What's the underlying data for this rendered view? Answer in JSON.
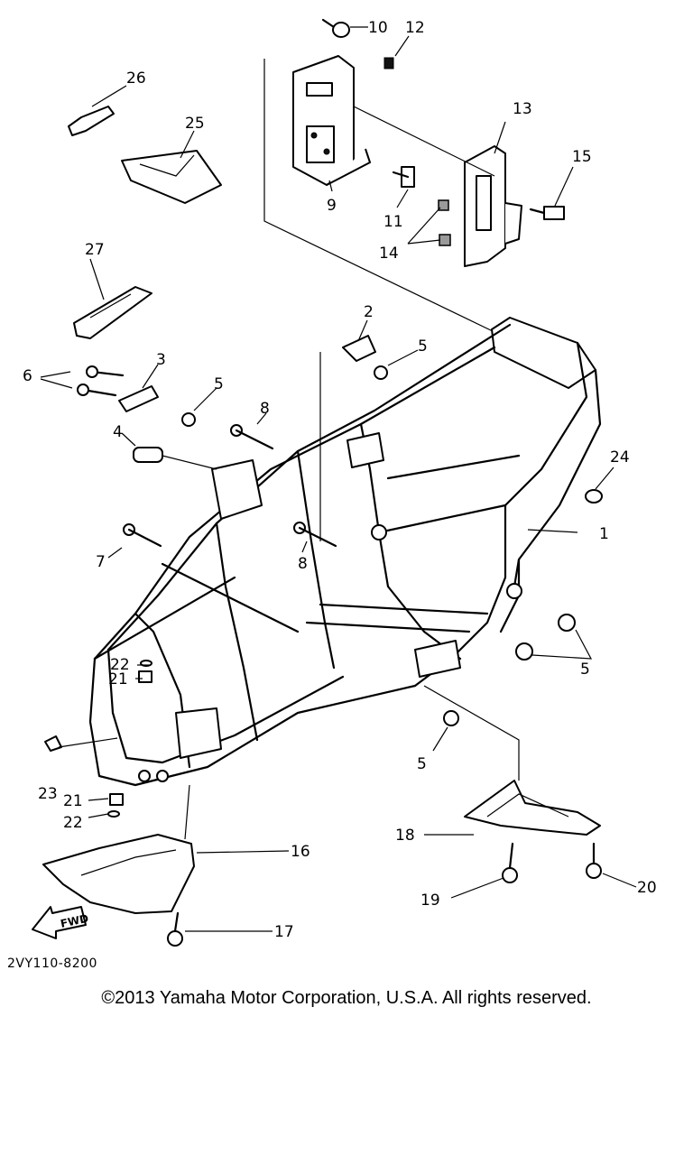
{
  "diagram": {
    "callouts": [
      {
        "id": "1",
        "label": "1"
      },
      {
        "id": "2",
        "label": "2"
      },
      {
        "id": "3",
        "label": "3"
      },
      {
        "id": "4",
        "label": "4"
      },
      {
        "id": "5a",
        "label": "5"
      },
      {
        "id": "5b",
        "label": "5"
      },
      {
        "id": "5c",
        "label": "5"
      },
      {
        "id": "5d",
        "label": "5"
      },
      {
        "id": "6",
        "label": "6"
      },
      {
        "id": "7",
        "label": "7"
      },
      {
        "id": "8a",
        "label": "8"
      },
      {
        "id": "8b",
        "label": "8"
      },
      {
        "id": "9",
        "label": "9"
      },
      {
        "id": "10",
        "label": "10"
      },
      {
        "id": "11",
        "label": "11"
      },
      {
        "id": "12",
        "label": "12"
      },
      {
        "id": "13",
        "label": "13"
      },
      {
        "id": "14",
        "label": "14"
      },
      {
        "id": "15",
        "label": "15"
      },
      {
        "id": "16",
        "label": "16"
      },
      {
        "id": "17",
        "label": "17"
      },
      {
        "id": "18",
        "label": "18"
      },
      {
        "id": "19",
        "label": "19"
      },
      {
        "id": "20",
        "label": "20"
      },
      {
        "id": "21a",
        "label": "21"
      },
      {
        "id": "21b",
        "label": "21"
      },
      {
        "id": "22a",
        "label": "22"
      },
      {
        "id": "22b",
        "label": "22"
      },
      {
        "id": "23",
        "label": "23"
      },
      {
        "id": "24",
        "label": "24"
      },
      {
        "id": "25",
        "label": "25"
      },
      {
        "id": "26",
        "label": "26"
      },
      {
        "id": "27",
        "label": "27"
      }
    ],
    "fwd_label": "FWD",
    "diagram_code": "2VY110-8200",
    "copyright": "©2013 Yamaha Motor Corporation, U.S.A. All rights reserved."
  }
}
